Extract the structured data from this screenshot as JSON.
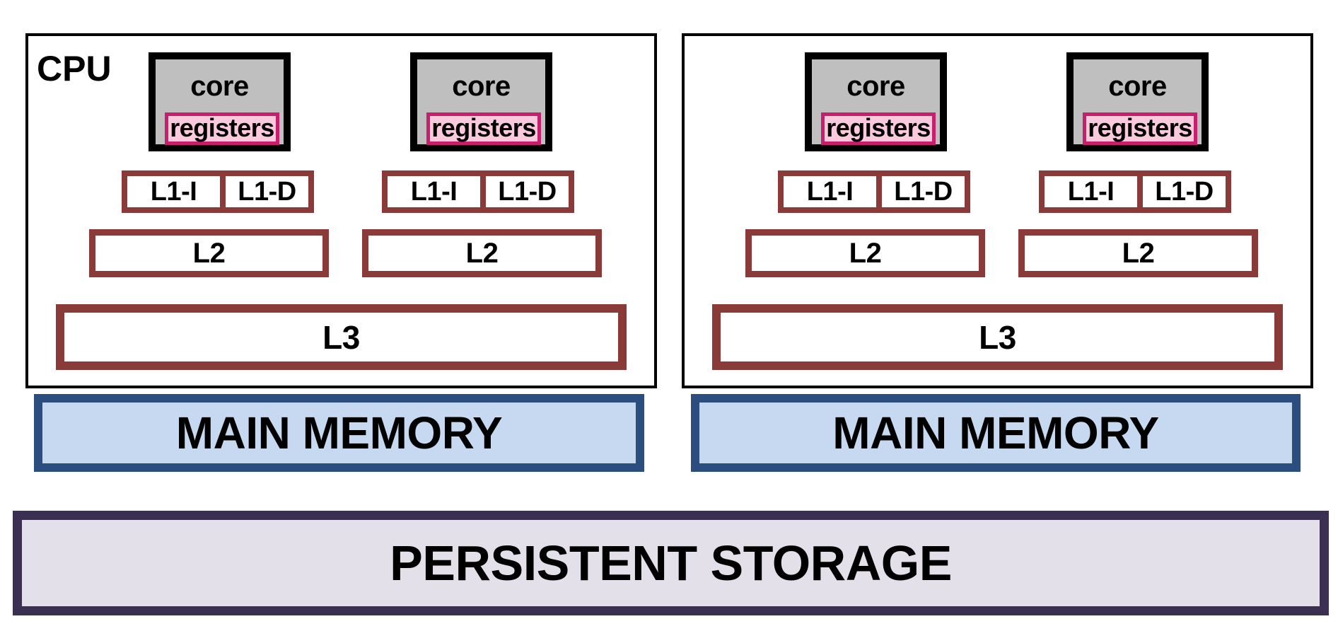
{
  "colors": {
    "cpu_border": "#000000",
    "core_fill": "#bfbfbf",
    "registers_border": "#c81e6e",
    "registers_fill": "#fbc9dc",
    "cache_border": "#8b3a3a",
    "memory_border": "#2c4e7e",
    "memory_fill": "#c6d9f0",
    "storage_border": "#3c3052",
    "storage_fill": "#e3e0ea"
  },
  "cpu_label": "CPU",
  "core_label": "core",
  "registers_label": "registers",
  "l1i_label": "L1-I",
  "l1d_label": "L1-D",
  "l2_label": "L2",
  "l3_label": "L3",
  "main_memory_label": "MAIN MEMORY",
  "persistent_storage_label": "PERSISTENT STORAGE"
}
